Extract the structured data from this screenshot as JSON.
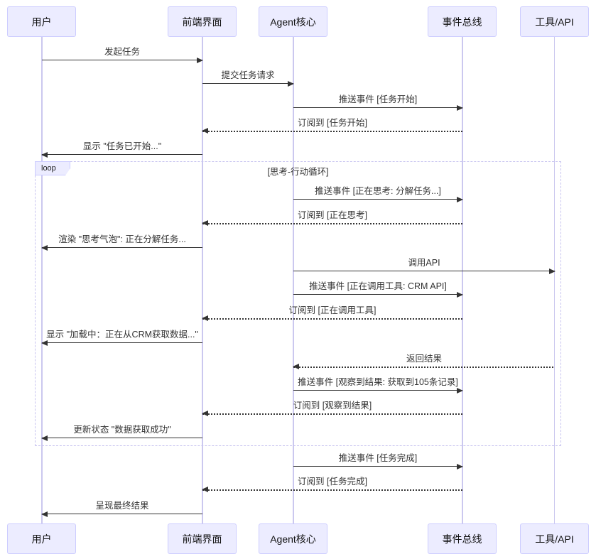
{
  "diagram": {
    "type": "sequence-diagram",
    "actors": [
      {
        "name": "用户"
      },
      {
        "name": "前端界面"
      },
      {
        "name": "Agent核心"
      },
      {
        "name": "事件总线"
      },
      {
        "name": "工具/API"
      }
    ],
    "loop": {
      "label": "loop",
      "condition": "[思考-行动循环]"
    },
    "messages": [
      {
        "from": "用户",
        "to": "前端界面",
        "line": "solid",
        "text": "发起任务"
      },
      {
        "from": "前端界面",
        "to": "Agent核心",
        "line": "solid",
        "text": "提交任务请求"
      },
      {
        "from": "Agent核心",
        "to": "事件总线",
        "line": "solid",
        "text": "推送事件 [任务开始]"
      },
      {
        "from": "事件总线",
        "to": "前端界面",
        "line": "dotted",
        "text": "订阅到 [任务开始]"
      },
      {
        "from": "前端界面",
        "to": "用户",
        "line": "solid",
        "text": "显示 \"任务已开始...\""
      },
      {
        "from": "Agent核心",
        "to": "事件总线",
        "line": "solid",
        "in_loop": true,
        "text": "推送事件 [正在思考: 分解任务...]"
      },
      {
        "from": "事件总线",
        "to": "前端界面",
        "line": "dotted",
        "in_loop": true,
        "text": "订阅到 [正在思考]"
      },
      {
        "from": "前端界面",
        "to": "用户",
        "line": "solid",
        "in_loop": true,
        "text": "渲染 \"思考气泡\": 正在分解任务..."
      },
      {
        "from": "Agent核心",
        "to": "工具/API",
        "line": "solid",
        "in_loop": true,
        "text": "调用API"
      },
      {
        "from": "Agent核心",
        "to": "事件总线",
        "line": "solid",
        "in_loop": true,
        "text": "推送事件 [正在调用工具: CRM API]"
      },
      {
        "from": "事件总线",
        "to": "前端界面",
        "line": "dotted",
        "in_loop": true,
        "text": "订阅到 [正在调用工具]"
      },
      {
        "from": "前端界面",
        "to": "用户",
        "line": "solid",
        "in_loop": true,
        "text": "显示 \"加载中：正在从CRM获取数据...\""
      },
      {
        "from": "工具/API",
        "to": "Agent核心",
        "line": "dotted",
        "in_loop": true,
        "text": "返回结果"
      },
      {
        "from": "Agent核心",
        "to": "事件总线",
        "line": "solid",
        "in_loop": true,
        "text": "推送事件 [观察到结果: 获取到105条记录]"
      },
      {
        "from": "事件总线",
        "to": "前端界面",
        "line": "dotted",
        "in_loop": true,
        "text": "订阅到 [观察到结果]"
      },
      {
        "from": "前端界面",
        "to": "用户",
        "line": "solid",
        "in_loop": true,
        "text": "更新状态 \"数据获取成功\""
      },
      {
        "from": "Agent核心",
        "to": "事件总线",
        "line": "solid",
        "text": "推送事件 [任务完成]"
      },
      {
        "from": "事件总线",
        "to": "前端界面",
        "line": "dotted",
        "text": "订阅到 [任务完成]"
      },
      {
        "from": "前端界面",
        "to": "用户",
        "line": "solid",
        "text": "呈现最终结果"
      }
    ],
    "colors": {
      "actor_fill": "#ececff",
      "actor_border": "#ccccff",
      "lifeline": "#cbc8ef",
      "loop_border": "#c8c4f0",
      "message_line": "#333333",
      "message_text": "#333333"
    }
  }
}
